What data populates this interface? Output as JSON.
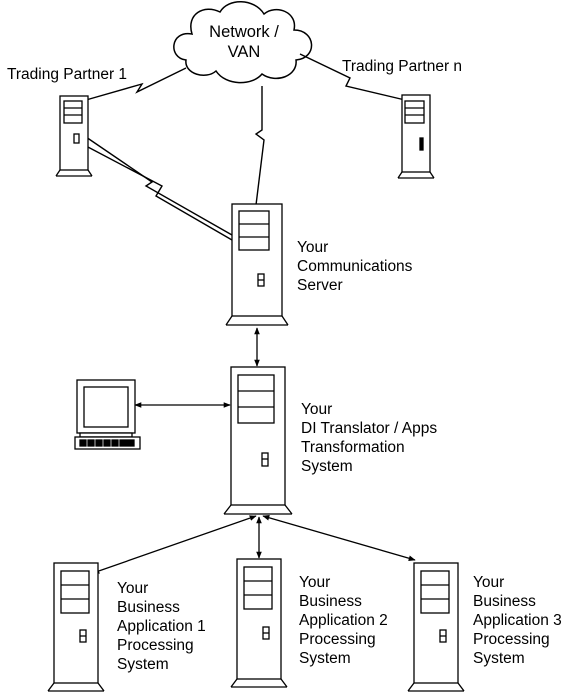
{
  "network": {
    "lines": [
      "Network /",
      "VAN"
    ]
  },
  "trading_partner_1": {
    "label": "Trading Partner 1"
  },
  "trading_partner_n": {
    "label": "Trading Partner n"
  },
  "comm_server": {
    "lines": [
      "Your",
      "Communications",
      "Server"
    ]
  },
  "translator": {
    "lines": [
      "Your",
      "DI Translator / Apps",
      "Transformation",
      "System"
    ]
  },
  "apps": [
    {
      "lines": [
        "Your",
        "Business",
        "Application 1",
        "Processing",
        "System"
      ]
    },
    {
      "lines": [
        "Your",
        "Business",
        "Application 2",
        "Processing",
        "System"
      ]
    },
    {
      "lines": [
        "Your",
        "Business",
        "Application 3",
        "Processing",
        "System"
      ]
    }
  ],
  "colors": {
    "stroke": "#000000",
    "fill": "#ffffff"
  }
}
